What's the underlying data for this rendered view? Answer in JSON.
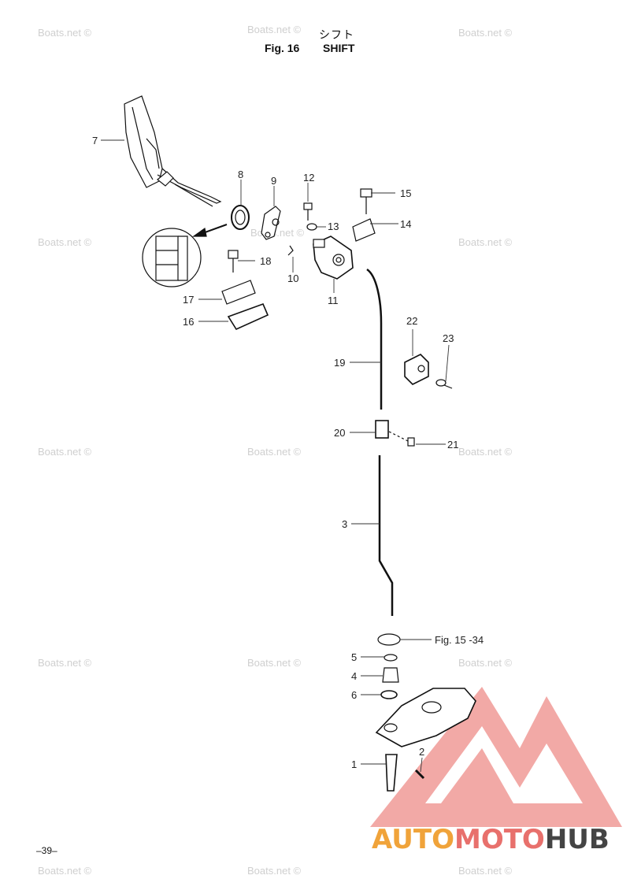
{
  "header": {
    "title_jp": "シフト",
    "fig_label": "Fig. 16",
    "title_en": "SHIFT"
  },
  "watermark": {
    "text": "Boats.net ©"
  },
  "callouts": {
    "p1": "1",
    "p2": "2",
    "p3": "3",
    "p4": "4",
    "p5": "5",
    "p6": "6",
    "p7": "7",
    "p8": "8",
    "p9": "9",
    "p10": "10",
    "p11": "11",
    "p12": "12",
    "p13": "13",
    "p14": "14",
    "p15": "15",
    "p16": "16",
    "p17": "17",
    "p18": "18",
    "p19": "19",
    "p20": "20",
    "p21": "21",
    "p22": "22",
    "p23": "23",
    "ref": "Fig. 15 -34"
  },
  "footer": {
    "page_number": "–39–"
  },
  "brand": {
    "part1": "AUTO",
    "part2": "MOTO",
    "part3": "HUB",
    "accent_orange": "#f0a33a",
    "accent_red": "#e8706c",
    "dark": "#444444"
  }
}
